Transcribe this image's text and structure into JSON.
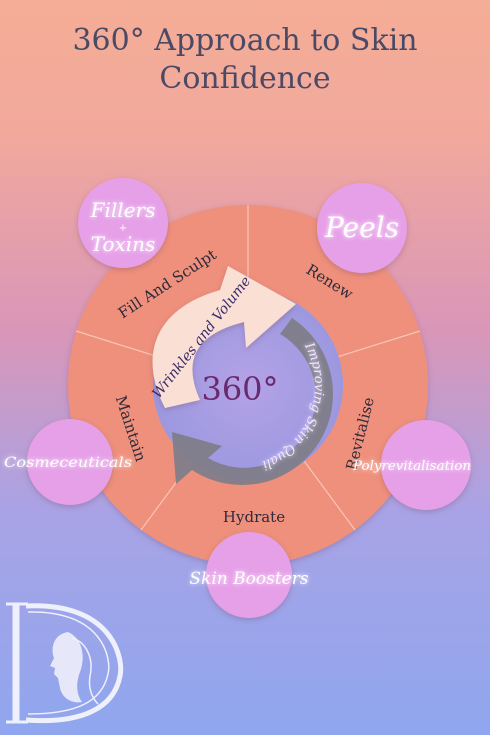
{
  "title_line1": "360° Approach to Skin",
  "title_line2": "Confidence",
  "center_label": "360°",
  "arrow_upper_label": "Wrinkles and Volume",
  "arrow_lower_label": "Improving Skin Quality",
  "segments": {
    "fill": "Fill And Sculpt",
    "renew": "Renew",
    "revitalise": "Revitalise",
    "hydrate": "Hydrate",
    "maintain": "Maintain"
  },
  "treatments": {
    "fillers_line1": "Fillers",
    "fillers_plus": "+",
    "fillers_line2": "Toxins",
    "peels": "Peels",
    "polyrevitalisation": "Polyrevitalisation",
    "skin_boosters": "Skin Boosters",
    "cosmeceuticals": "Cosmeceuticals"
  },
  "colors": {
    "ring": "#ef907c",
    "bubble": "#e6a0e8",
    "arrow_light": "#f9dfd4",
    "arrow_dark": "#7f7d89",
    "center_text": "#6b2a6e",
    "title": "#4b4a66"
  }
}
